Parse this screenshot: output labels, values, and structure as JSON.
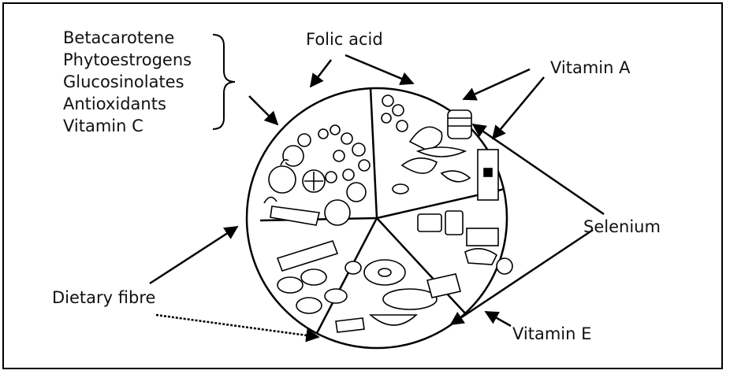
{
  "labels": {
    "nutrient_group": [
      "Betacarotene",
      "Phytoestrogens",
      "Glucosinolates",
      "Antioxidants",
      "Vitamin C"
    ],
    "folic_acid": "Folic acid",
    "vitamin_a": "Vitamin A",
    "selenium": "Selenium",
    "dietary_fibre": "Dietary fibre",
    "vitamin_e": "Vitamin E"
  },
  "colors": {
    "line": "#000000",
    "text": "#111111",
    "background": "#ffffff"
  }
}
